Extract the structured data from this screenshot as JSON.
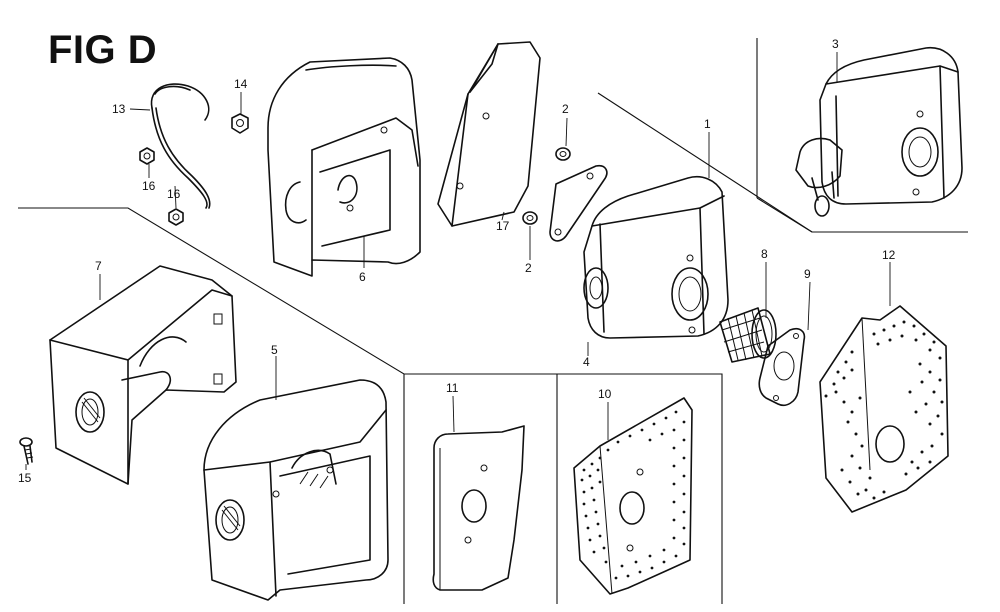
{
  "figure": {
    "title": "FIG D"
  },
  "callouts": [
    {
      "id": "c1",
      "text": "1",
      "part": "air-cleaner-case"
    },
    {
      "id": "c2a",
      "text": "2",
      "part": "nut-upper"
    },
    {
      "id": "c2b",
      "text": "2",
      "part": "nut-lower"
    },
    {
      "id": "c3",
      "text": "3",
      "part": "muffler-assembly"
    },
    {
      "id": "c4",
      "text": "4",
      "part": "case-fitting"
    },
    {
      "id": "c5",
      "text": "5",
      "part": "protector-5"
    },
    {
      "id": "c6",
      "text": "6",
      "part": "protector-6"
    },
    {
      "id": "c7",
      "text": "7",
      "part": "protector-7"
    },
    {
      "id": "c8",
      "text": "8",
      "part": "spark-arrester-screen"
    },
    {
      "id": "c9",
      "text": "9",
      "part": "gasket"
    },
    {
      "id": "c10",
      "text": "10",
      "part": "perforated-plate-10"
    },
    {
      "id": "c11",
      "text": "11",
      "part": "plate-11"
    },
    {
      "id": "c12",
      "text": "12",
      "part": "perforated-plate-12"
    },
    {
      "id": "c13",
      "text": "13",
      "part": "wire-clip"
    },
    {
      "id": "c14",
      "text": "14",
      "part": "nut-14"
    },
    {
      "id": "c15",
      "text": "15",
      "part": "screw-15"
    },
    {
      "id": "c16a",
      "text": "16",
      "part": "nut-16-upper"
    },
    {
      "id": "c16b",
      "text": "16",
      "part": "nut-16-lower"
    },
    {
      "id": "c17",
      "text": "17",
      "part": "bracket-17"
    }
  ],
  "colors": {
    "ink": "#111111",
    "paper": "#ffffff"
  }
}
